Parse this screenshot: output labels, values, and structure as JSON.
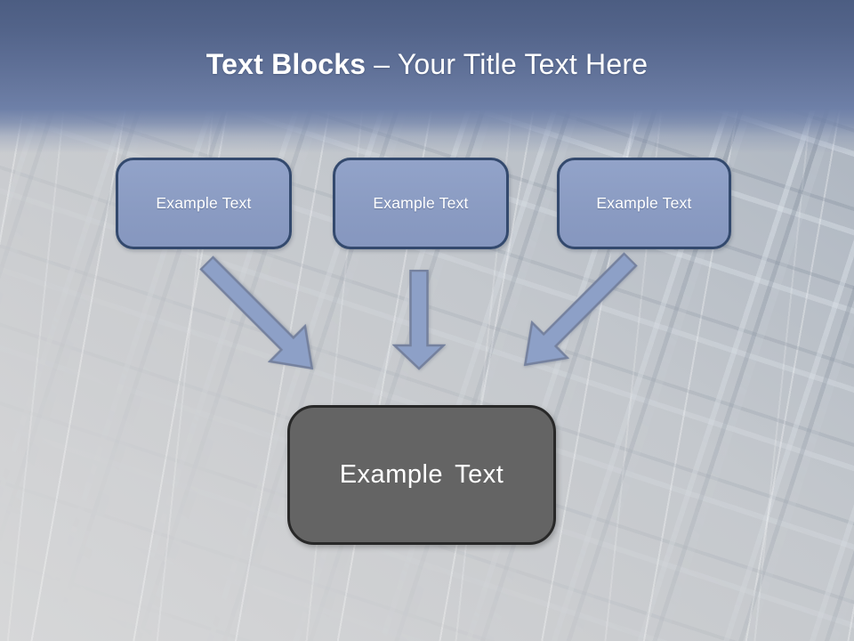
{
  "slide": {
    "title": {
      "bold": "Text Blocks",
      "regular": "– Your Title Text Here"
    },
    "blocks": {
      "top": [
        {
          "label": "Example Text"
        },
        {
          "label": "Example Text"
        },
        {
          "label": "Example Text"
        }
      ],
      "center": {
        "label": "Example Text"
      }
    },
    "icons": {
      "arrows": [
        "arrow-down-right-icon",
        "arrow-down-icon",
        "arrow-down-left-icon"
      ]
    },
    "colors": {
      "header_gradient_top": "#4c5d82",
      "header_gradient_bottom": "#6e80a8",
      "block_fill": "#8c9dc4",
      "block_border": "#33496d",
      "arrow_fill": "#8da0c7",
      "arrow_stroke": "#75819e",
      "center_fill": "#646464",
      "center_border": "#282828",
      "title_text": "#ffffff",
      "block_text": "#ffffff",
      "background_base": "#c9ccd0"
    }
  }
}
